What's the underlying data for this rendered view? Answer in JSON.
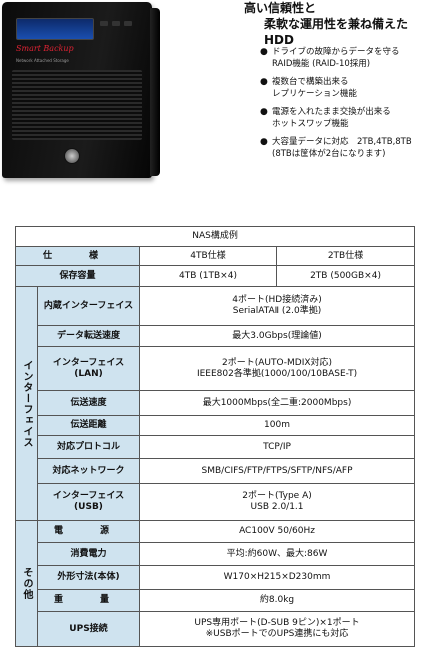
{
  "product": {
    "brand_line1": "Smart Backup",
    "brand_line2": "Network Attached Storage",
    "colors": {
      "body": "#111111",
      "lcd": "#1a4fb0",
      "brand": "#dd2233"
    }
  },
  "header": {
    "title_line1": "高い信頼性と",
    "title_line2": "柔軟な運用性を兼ね備えたHDD"
  },
  "features": [
    {
      "line1": "ドライブの故障からデータを守る",
      "line2": "RAID機能 (RAID-10採用)"
    },
    {
      "line1": "複数台で構築出来る",
      "line2": "レプリケーション機能"
    },
    {
      "line1": "電源を入れたまま交換が出来る",
      "line2": "ホットスワップ機能"
    },
    {
      "line1": "大容量データに対応　2TB,4TB,8TB",
      "line2": "(8TBは筐体が2台になります)"
    }
  ],
  "bullet_glyph": "●",
  "table": {
    "caption": "NAS構成例",
    "header": {
      "label": "仕　様",
      "col1": "4TB仕様",
      "col2": "2TB仕様"
    },
    "capacity": {
      "label": "保存容量",
      "col1": "4TB (1TB×4)",
      "col2": "2TB (500GB×4)"
    },
    "interface_group": "インターフェイス",
    "interface_rows": [
      {
        "label": "内蔵インターフェイス",
        "line1": "4ポート(HD接続済み)",
        "line2": "SerialATAⅡ (2.0準拠)"
      },
      {
        "label": "データ転送速度",
        "line1": "最大3.0Gbps(理論値)",
        "line2": ""
      },
      {
        "label": "インターフェイス",
        "label2": "(LAN)",
        "line1": "2ポート(AUTO-MDIX対応)",
        "line2": "IEEE802各準拠(1000/100/10BASE-T)"
      },
      {
        "label": "伝送速度",
        "line1": "最大1000Mbps(全二重:2000Mbps)",
        "line2": ""
      },
      {
        "label": "伝送距離",
        "line1": "100m",
        "line2": ""
      },
      {
        "label": "対応プロトコル",
        "line1": "TCP/IP",
        "line2": ""
      },
      {
        "label": "対応ネットワーク",
        "line1": "SMB/CIFS/FTP/FTPS/SFTP/NFS/AFP",
        "line2": ""
      },
      {
        "label": "インターフェイス",
        "label2": "(USB)",
        "line1": "2ポート(Type A)",
        "line2": "USB 2.0/1.1"
      }
    ],
    "other_group": "その他",
    "other_rows": [
      {
        "label": "電　源",
        "line1": "AC100V 50/60Hz",
        "line2": ""
      },
      {
        "label": "消費電力",
        "line1": "平均:約60W、最大:86W",
        "line2": ""
      },
      {
        "label": "外形寸法(本体)",
        "line1": "W170×H215×D230mm",
        "line2": ""
      },
      {
        "label": "重　量",
        "line1": "約8.0kg",
        "line2": ""
      },
      {
        "label": "UPS接続",
        "line1": "UPS専用ポート(D-SUB 9ピン)×1ポート",
        "line2": "※USBポートでのUPS連携にも対応"
      }
    ]
  }
}
